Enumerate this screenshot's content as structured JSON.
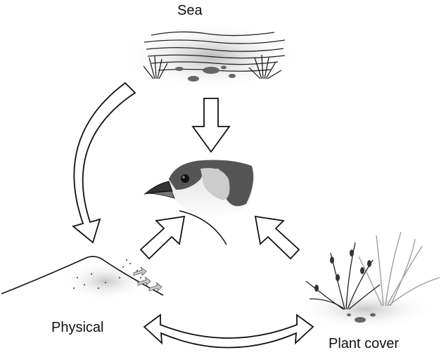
{
  "labels": {
    "sea": "Sea",
    "physical": "Physical",
    "plant_cover": "Plant cover"
  },
  "colors": {
    "stroke": "#111111",
    "arrow_fill": "#ffffff",
    "shade": "#cccccc"
  }
}
